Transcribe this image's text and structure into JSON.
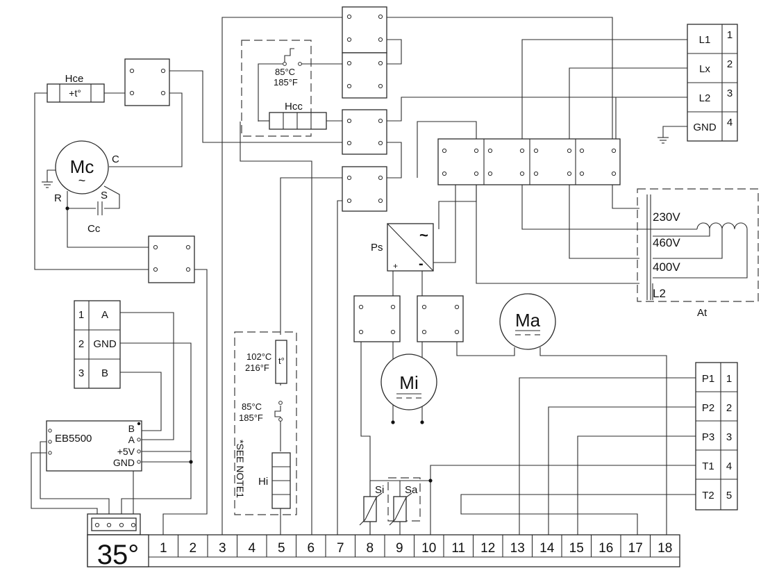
{
  "components": {
    "hce_label": "Hce",
    "hce_body": "+t°",
    "hcc_label": "Hcc",
    "hcc_temp_c": "85°C",
    "hcc_temp_f": "185°F",
    "mc_label": "Mc",
    "mc_tilde": "~",
    "mc_c": "C",
    "mc_s": "S",
    "mc_r": "R",
    "cc_label": "Cc",
    "ps_label": "Ps",
    "ps_plus": "+",
    "ps_minus": "-",
    "ps_ac": "~",
    "mi_label": "Mi",
    "ma_label": "Ma",
    "at_label": "At",
    "eb_label": "EB5500",
    "eb_b": "B",
    "eb_a": "A",
    "eb_5v": "+5V",
    "eb_gnd": "GND",
    "hi_label": "Hi",
    "hi_t": "t°",
    "hi_temp1_c": "102°C",
    "hi_temp1_f": "216°F",
    "hi_temp2_c": "85°C",
    "hi_temp2_f": "185°F",
    "note": "*SEE NOTE1",
    "si_label": "Si",
    "sa_label": "Sa"
  },
  "transformer_taps": [
    "230V",
    "460V",
    "400V",
    "L2"
  ],
  "terminal_power": [
    {
      "label": "L1",
      "num": "1"
    },
    {
      "label": "Lx",
      "num": "2"
    },
    {
      "label": "L2",
      "num": "3"
    },
    {
      "label": "GND",
      "num": "4"
    }
  ],
  "terminal_probe": [
    {
      "label": "P1",
      "num": "1"
    },
    {
      "label": "P2",
      "num": "2"
    },
    {
      "label": "P3",
      "num": "3"
    },
    {
      "label": "T1",
      "num": "4"
    },
    {
      "label": "T2",
      "num": "5"
    }
  ],
  "terminal_serial": [
    {
      "num": "1",
      "label": "A"
    },
    {
      "num": "2",
      "label": "GND"
    },
    {
      "num": "3",
      "label": "B"
    }
  ],
  "main_terminal": {
    "logo": "35°",
    "numbers": [
      "1",
      "2",
      "3",
      "4",
      "5",
      "6",
      "7",
      "8",
      "9",
      "10",
      "11",
      "12",
      "13",
      "14",
      "15",
      "16",
      "17",
      "18"
    ]
  }
}
